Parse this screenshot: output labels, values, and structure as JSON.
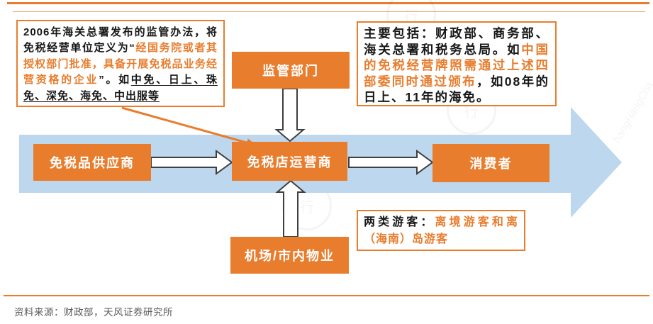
{
  "diagram_title_domain": "duty-free-industry-chain-flow",
  "callouts": {
    "definition": {
      "seg_black_1": "2006年海关总署发布的监管办法，将免税经营单位定义为“",
      "seg_orange": "经国务院或者其授权部门批准，具备开展免税品业务经营资格的企业",
      "seg_black_2": "”。如",
      "seg_underline": "中免、日上、珠免、深免、海免、中出服等"
    },
    "regulators": {
      "seg_black_1": "主要包括：财政部、商务部、海关总署和税务总局。如",
      "seg_orange": "中国的免税经营牌照需通过上述四部委同时通过颁布",
      "seg_black_2": "，如08年的日上、11年的海免。"
    },
    "tourists": {
      "seg_black": "两类游客：",
      "seg_orange": "离境游客和离（海南）岛游客"
    }
  },
  "nodes": {
    "regulator": "监管部门",
    "supplier": "免税品供应商",
    "operator": "免税店运营商",
    "consumer": "消费者",
    "property": "机场/市内物业"
  },
  "footer": {
    "source_label": "资料来源：财政部，天风证券研究所"
  },
  "watermark": {
    "text": "hangHangCha",
    "stamp_glyph": "行"
  },
  "colors": {
    "accent_orange": "#E87D2E",
    "flow_band_blue": "#BDD7EE",
    "arrow_outline": "#3F3F3F",
    "source_text_gray": "#595959"
  }
}
